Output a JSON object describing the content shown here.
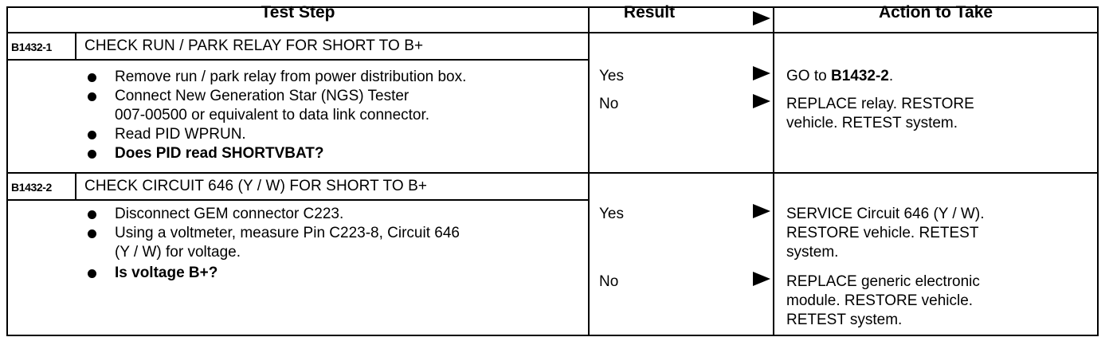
{
  "header": {
    "test_step": "Test Step",
    "result": "Result",
    "action": "Action to Take"
  },
  "steps": [
    {
      "id": "B1432-1",
      "title": "CHECK RUN / PARK RELAY FOR SHORT TO B+",
      "bullets": [
        "Remove run / park relay from power distribution box.",
        "Connect New Generation Star (NGS) Tester",
        "007-00500 or equivalent to data link connector.",
        "Read PID WPRUN.",
        "Does PID read SHORTVBAT?"
      ],
      "results": [
        {
          "label": "Yes",
          "action_prefix": "GO to ",
          "action_bold": "B1432-2",
          "action_suffix": "."
        },
        {
          "label": "No",
          "action_lines": [
            "REPLACE relay. RESTORE",
            "vehicle. RETEST system."
          ]
        }
      ]
    },
    {
      "id": "B1432-2",
      "title": "CHECK CIRCUIT 646 (Y / W) FOR SHORT TO B+",
      "bullets": [
        "Disconnect GEM connector C223.",
        "Using a voltmeter, measure Pin C223-8, Circuit 646",
        "(Y / W) for voltage.",
        "Is voltage B+?"
      ],
      "results": [
        {
          "label": "Yes",
          "action_lines": [
            "SERVICE Circuit 646 (Y / W).",
            "RESTORE vehicle. RETEST",
            "system."
          ]
        },
        {
          "label": "No",
          "action_lines": [
            "REPLACE generic electronic",
            "module. RESTORE vehicle.",
            "RETEST system."
          ]
        }
      ]
    }
  ]
}
